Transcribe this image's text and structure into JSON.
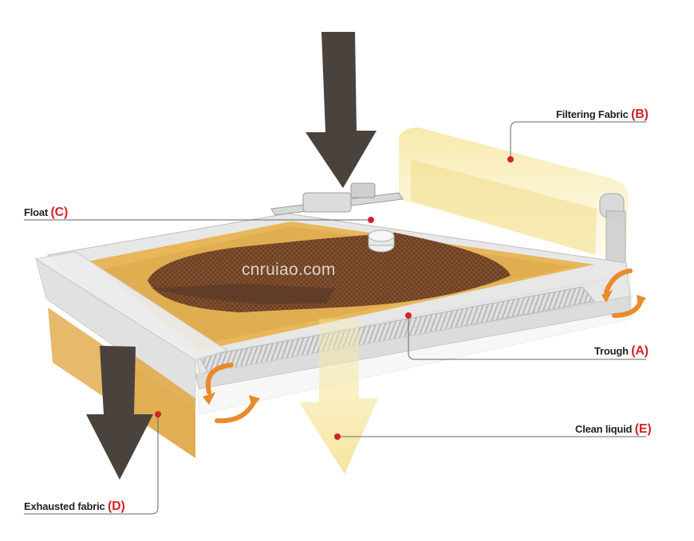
{
  "watermark": "cnruiao.com",
  "labels": {
    "filtering_fabric": {
      "text": "Filtering Fabric",
      "letter": "B"
    },
    "float": {
      "text": "Float",
      "letter": "C"
    },
    "trough": {
      "text": "Trough",
      "letter": "A"
    },
    "clean_liquid": {
      "text": "Clean liquid",
      "letter": "E"
    },
    "exhausted_fabric": {
      "text": "Exhausted fabric",
      "letter": "D"
    }
  },
  "colors": {
    "marker_dot": "#d3232a",
    "arrow_dark": "#4a423d",
    "rotation_arrow": "#e98a2b",
    "fabric_yellow": "#f6e7a0",
    "sludge_brown": "#7a4a2c"
  }
}
